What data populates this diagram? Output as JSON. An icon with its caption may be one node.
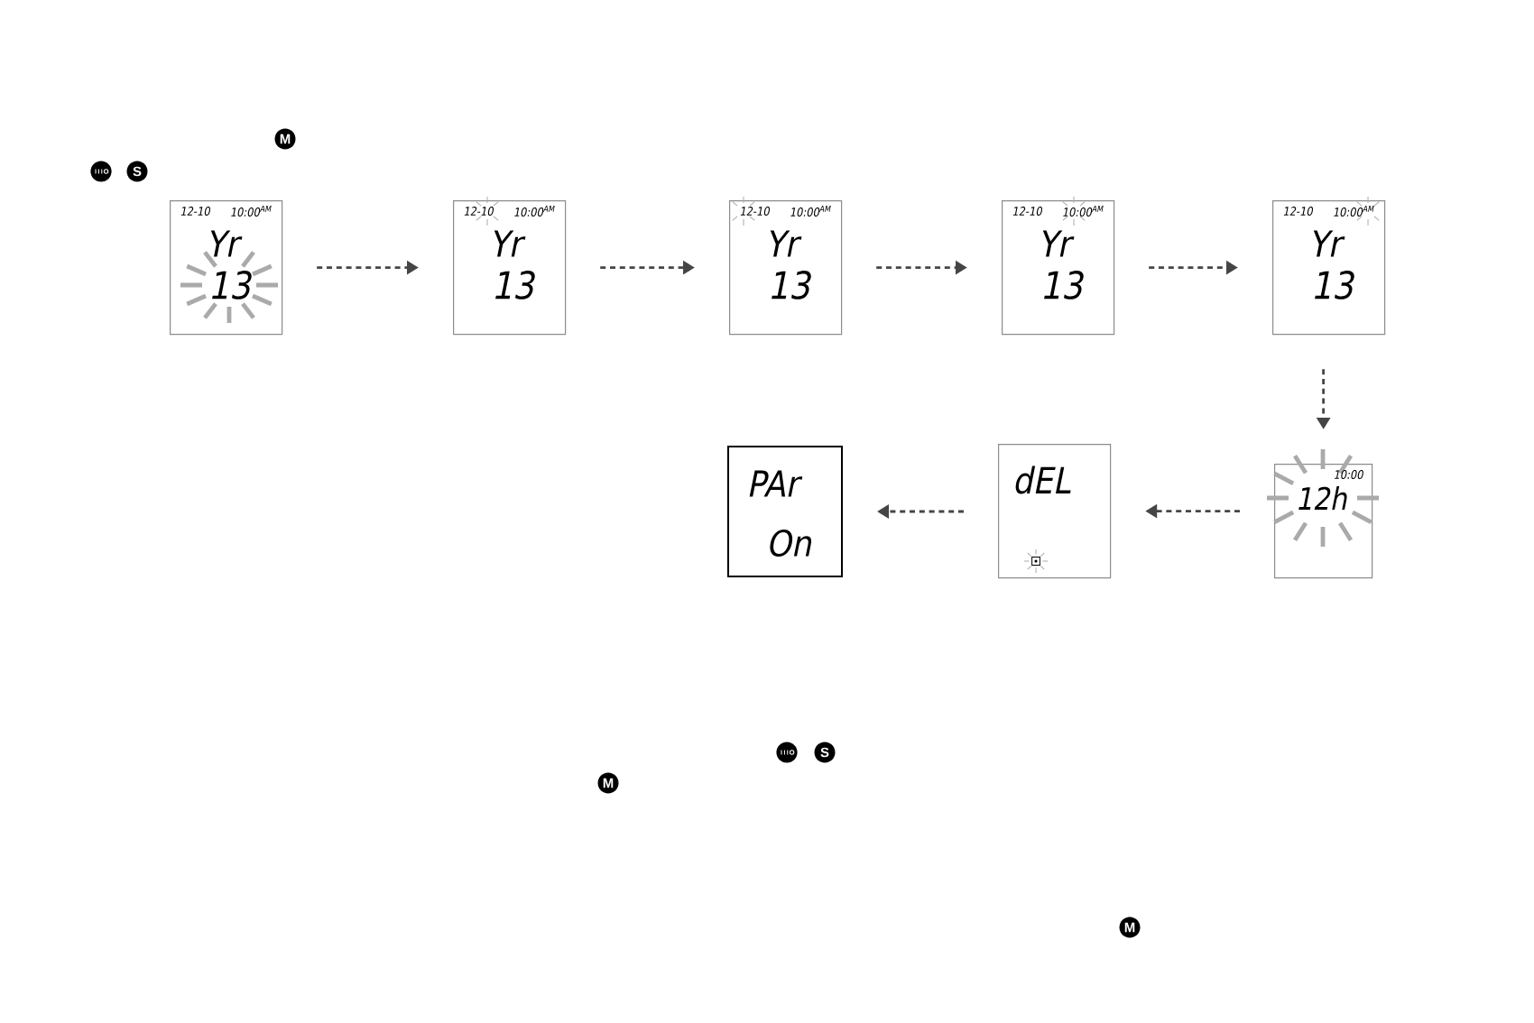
{
  "diagram": {
    "nodes": [
      {
        "text": [
          "12-10",
          "10:00$^{AM}$",
          "Yr",
          "13"
        ]
      },
      {
        "text": [
          "12-10",
          "10:00$^{AM}$",
          "Yr",
          "13"
        ]
      },
      {
        "text": [
          "12-10",
          "10:00$^{AM}$",
          "Yr",
          "13"
        ]
      },
      {
        "text": [
          "12-10",
          "10:00$^{AM}$",
          "Yr",
          "13"
        ]
      },
      {
        "text": [
          "12-10",
          "10:00$^{AM}$",
          "Yr",
          "13"
        ]
      },
      {
        "text": [
          "PAr",
          "On"
        ]
      },
      {
        "text": [
          "dEL"
        ]
      },
      {
        "text": [
          "10:00",
          "12h"
        ]
      }
    ],
    "edges": [
      {
        "from": 0,
        "to": 1,
        "arrow": "to",
        "style": "dashed"
      },
      {
        "from": 1,
        "to": 2,
        "arrow": "to",
        "style": "dashed"
      },
      {
        "from": 2,
        "to": 3,
        "arrow": "to",
        "style": "dashed"
      },
      {
        "from": 3,
        "to": 4,
        "arrow": "to",
        "style": "dashed"
      },
      {
        "from": 4,
        "to": 7,
        "arrow": "to",
        "style": "dashed"
      },
      {
        "from": 7,
        "to": 6,
        "arrow": "to",
        "style": "dashed"
      },
      {
        "from": 6,
        "to": 5,
        "arrow": "to",
        "style": "dashed"
      }
    ],
    "labels": [
      "M",
      "S",
      "S",
      "M",
      "M"
    ]
  }
}
